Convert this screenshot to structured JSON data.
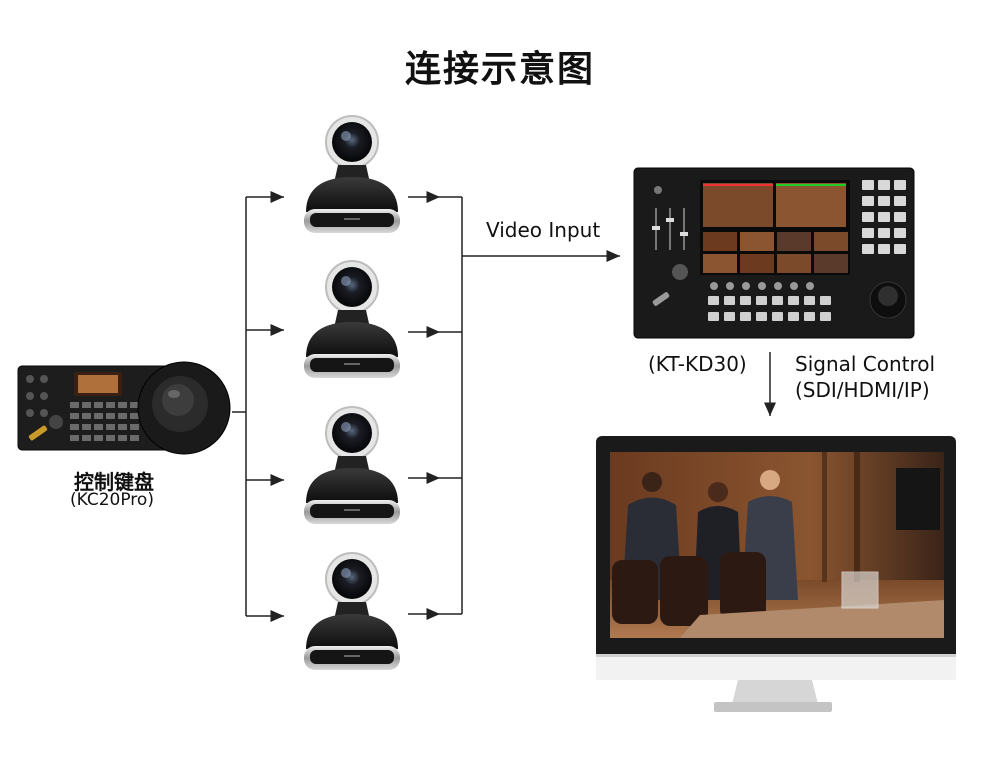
{
  "title": "连接示意图",
  "keyboard": {
    "name": "控制键盘",
    "model": "(KC20Pro)"
  },
  "cameras": [
    {
      "id": "cam1"
    },
    {
      "id": "cam2"
    },
    {
      "id": "cam3"
    },
    {
      "id": "cam4"
    }
  ],
  "switcher": {
    "model": "(KT-KD30)"
  },
  "labels": {
    "video_input": "Video Input",
    "signal_control_1": "Signal Control",
    "signal_control_2": "(SDI/HDMI/IP)"
  },
  "colors": {
    "line": "#222222",
    "device_body": "#1c1c1c",
    "accent": "#2a72d8"
  }
}
